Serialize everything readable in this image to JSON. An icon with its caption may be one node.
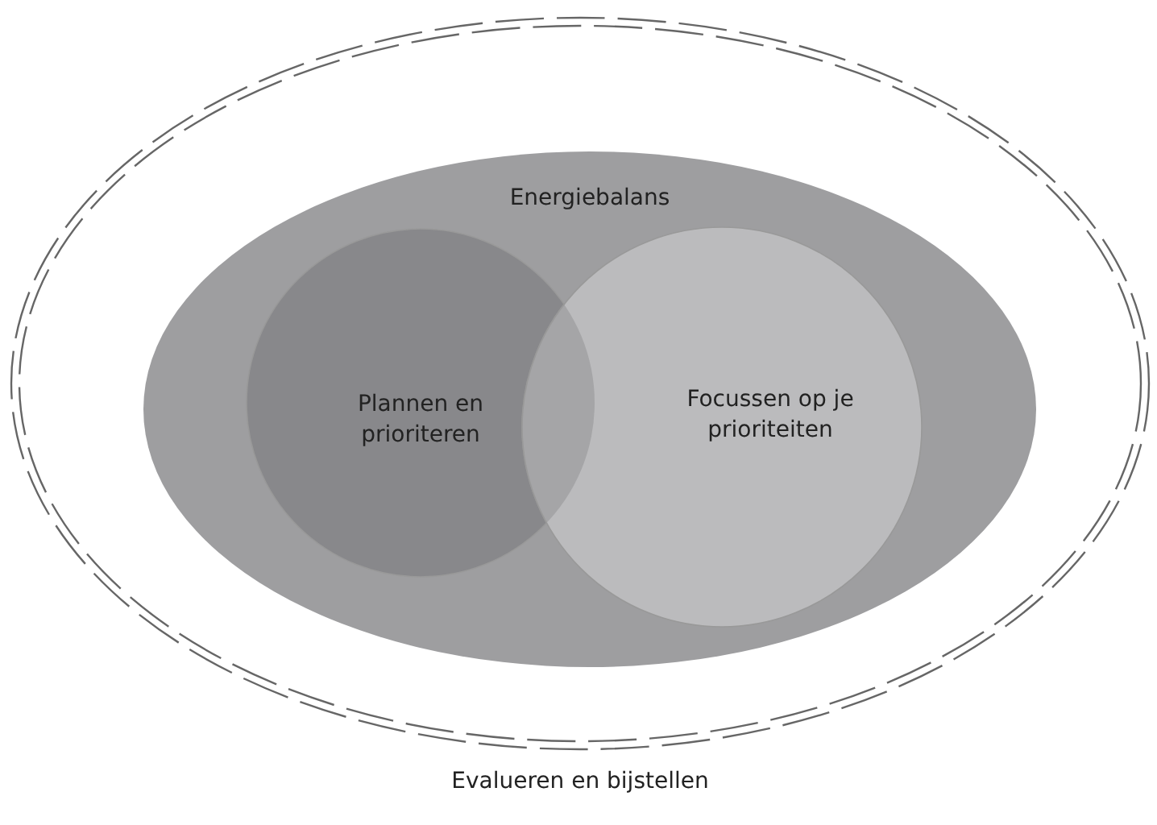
{
  "diagram": {
    "nodes": [
      {
        "text": [
          "Evalueren en bijstellen"
        ]
      },
      {
        "text": [
          "Energiebalans"
        ],
        "in": 0
      },
      {
        "text": [
          "Plannen en prioriteren"
        ],
        "in": 1
      },
      {
        "text": [
          "Focussen op je prioriteiten"
        ],
        "in": 1
      }
    ]
  }
}
